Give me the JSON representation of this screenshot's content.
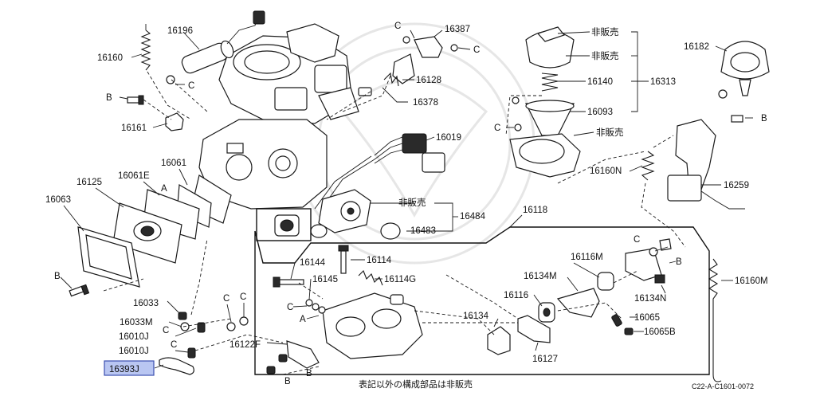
{
  "labels": {
    "p16160": "16160",
    "p16196": "16196",
    "p16161": "16161",
    "p16387": "16387",
    "p16128": "16128",
    "p16378": "16378",
    "p16182": "16182",
    "p16140": "16140",
    "p16313": "16313",
    "p16093": "16093",
    "p16019": "16019",
    "p16061": "16061",
    "p16061E": "16061E",
    "p16125": "16125",
    "p16063": "16063",
    "p16160N": "16160N",
    "p16259": "16259",
    "p16484": "16484",
    "p16483": "16483",
    "p16118": "16118",
    "p16144": "16144",
    "p16114": "16114",
    "p16145": "16145",
    "p16114G": "16114G",
    "p16116M": "16116M",
    "p16134M": "16134M",
    "p16134N": "16134N",
    "p16160M": "16160M",
    "p16116": "16116",
    "p16065": "16065",
    "p16065B": "16065B",
    "p16033": "16033",
    "p16033M": "16033M",
    "p16010J_a": "16010J",
    "p16010J_b": "16010J",
    "p16122F": "16122F",
    "p16134": "16134",
    "p16127": "16127",
    "p16393J": "16393J",
    "b1": "B",
    "b2": "B",
    "b3": "B",
    "b4": "B",
    "b5": "B",
    "b6": "B",
    "c1": "C",
    "c2": "C",
    "c3": "C",
    "c4": "C",
    "c5": "C",
    "c6": "C",
    "c7": "C",
    "c8": "C",
    "c9": "C",
    "c10": "C",
    "a1": "A",
    "a2": "A",
    "nr1": "非販売",
    "nr2": "非販売",
    "nr3": "非販売",
    "nr4": "非販売",
    "footnote": "表記以外の構成部品は非販売",
    "code": "C22-A-C1601-0072"
  },
  "colors": {
    "highlight_fill": "#b9c6f2",
    "highlight_stroke": "#3b4fb0"
  }
}
